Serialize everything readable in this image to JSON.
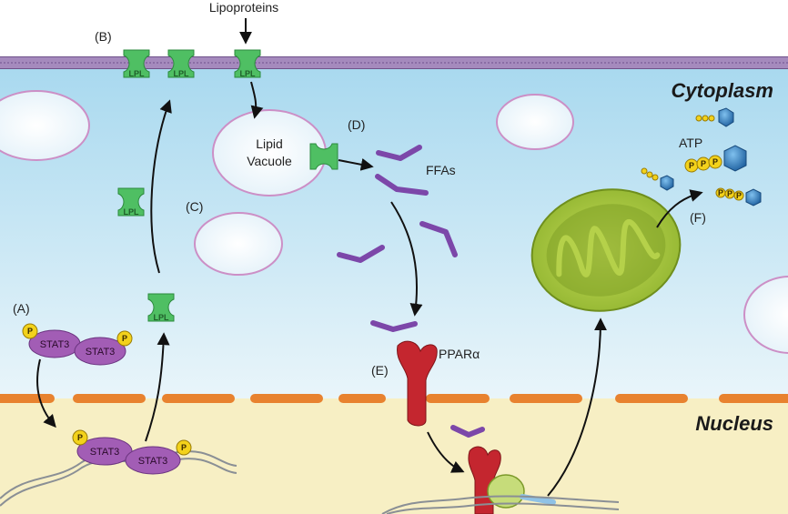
{
  "regions": {
    "cytoplasm": "Cytoplasm",
    "nucleus": "Nucleus"
  },
  "labels": {
    "lipoproteins": "Lipoproteins",
    "a": "(A)",
    "b": "(B)",
    "c": "(C)",
    "d": "(D)",
    "e": "(E)",
    "f": "(F)",
    "lipid_vacuole_line1": "Lipid",
    "lipid_vacuole_line2": "Vacuole",
    "ffas": "FFAs",
    "ppara": "PPARα",
    "atp": "ATP"
  },
  "molecules": {
    "lpl": "LPL",
    "stat3": "STAT3",
    "phosphate": "P"
  },
  "colors": {
    "cytoplasm_top": "#a9d9ef",
    "cytoplasm_bottom": "#e9f5fa",
    "nucleus": "#f7efc4",
    "membrane": "#a58abd",
    "nuclear_envelope": "#e8822f",
    "lpl": "#4fbf63",
    "stat3": "#a25db5",
    "phosphate": "#f3d21b",
    "ffa": "#7c47a9",
    "ppar": "#c4262f",
    "mitochondrion": "#a6c63a",
    "atp_head": "#2f78b8"
  }
}
